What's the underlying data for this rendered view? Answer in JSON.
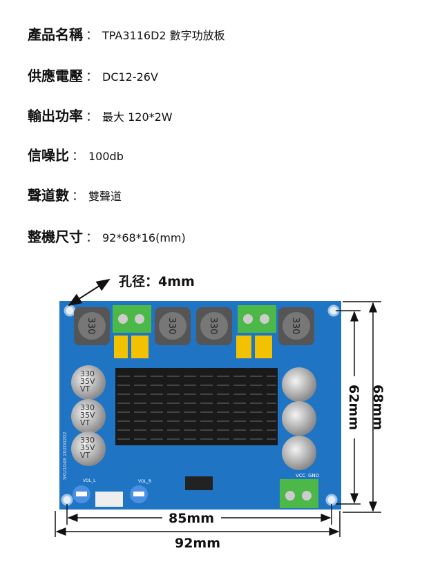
{
  "specs": [
    {
      "label": "產品名稱",
      "value": "TPA3116D2 數字功放板"
    },
    {
      "label": "供應電壓",
      "value": "DC12-26V"
    },
    {
      "label": "輸出功率",
      "value": "最大 120*2W"
    },
    {
      "label": "信噪比",
      "value": "100db"
    },
    {
      "label": "聲道數",
      "value": "雙聲道"
    },
    {
      "label": "整機尺寸",
      "value": "92*68*16(mm)"
    }
  ],
  "colon": "：",
  "diagram": {
    "hole_label": "孔径：4mm",
    "width_inner": "85mm",
    "width_outer": "92mm",
    "height_inner": "62mm",
    "height_outer": "68mm",
    "inductor_marking": "330",
    "capacitor_marking": [
      "330",
      "35V",
      "VT"
    ],
    "board_silk": "SKU1048  20200202",
    "terminal_labels": [
      "VCC",
      "GND"
    ],
    "pot_labels": [
      "VOL_L",
      "VOL_R"
    ]
  },
  "colors": {
    "board": "#1f74c4",
    "heatsink": "#1a1a1a",
    "terminal": "#4cb848",
    "film_cap": "#f2c200"
  }
}
